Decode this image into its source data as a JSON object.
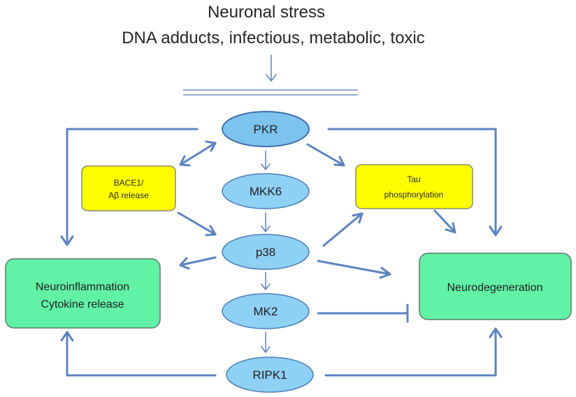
{
  "title": {
    "line1": "Neuronal stress",
    "line2": "DNA adducts, infectious, metabolic, toxic"
  },
  "nodes": {
    "pkr": "PKR",
    "mkk6": "MKK6",
    "p38": "p38",
    "mk2": "MK2",
    "ripk1": "RIPK1",
    "bace1_line1": "BACE1/",
    "bace1_line2": "Aβ release",
    "tau_line1": "Tau",
    "tau_line2": "phosphorylation",
    "neuroinflammation_line1": "Neuroinflammation",
    "neuroinflammation_line2": "Cytokine release",
    "neurodegeneration": "Neurodegeneration"
  },
  "colors": {
    "kinase_fill": "#8fd0f5",
    "process_fill": "#ffff00",
    "outcome_fill": "#62f2a6",
    "edge": "#5b83c0"
  }
}
